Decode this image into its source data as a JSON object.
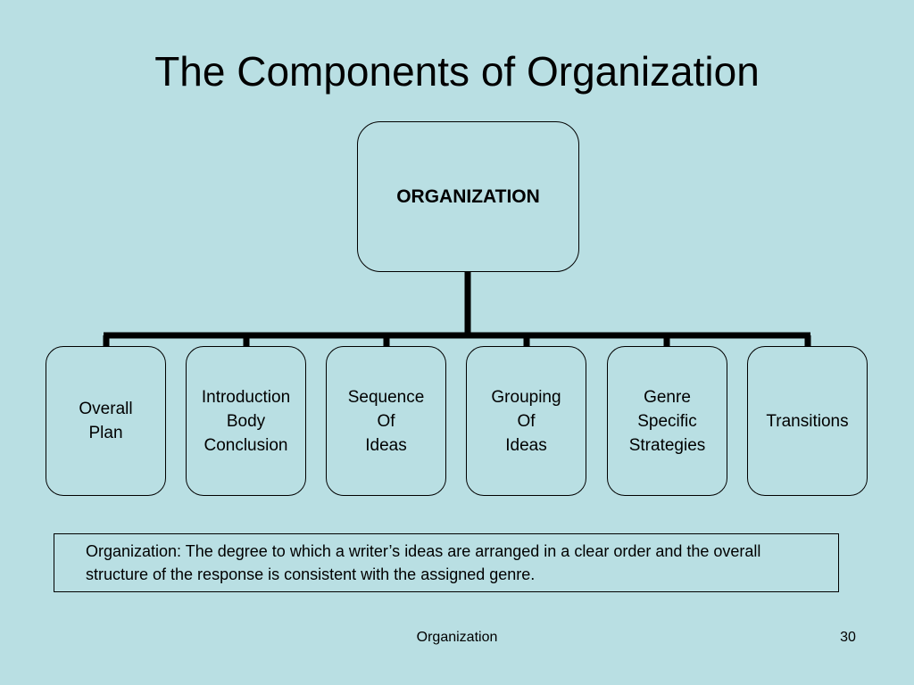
{
  "title": "The Components of Organization",
  "root": {
    "label": "ORGANIZATION"
  },
  "children": [
    {
      "label": "Overall\nPlan"
    },
    {
      "label": "Introduction\nBody\nConclusion"
    },
    {
      "label": "Sequence\nOf\nIdeas"
    },
    {
      "label": "Grouping\nOf\nIdeas"
    },
    {
      "label": "Genre\nSpecific\nStrategies"
    },
    {
      "label": "Transitions"
    }
  ],
  "definition": "Organization: The degree to which a writer’s ideas are arranged in a clear order and the overall structure of the response is consistent with the assigned genre.",
  "footer": {
    "center": "Organization",
    "page": "30"
  },
  "colors": {
    "background": "#b9dfe3",
    "line": "#000000"
  }
}
